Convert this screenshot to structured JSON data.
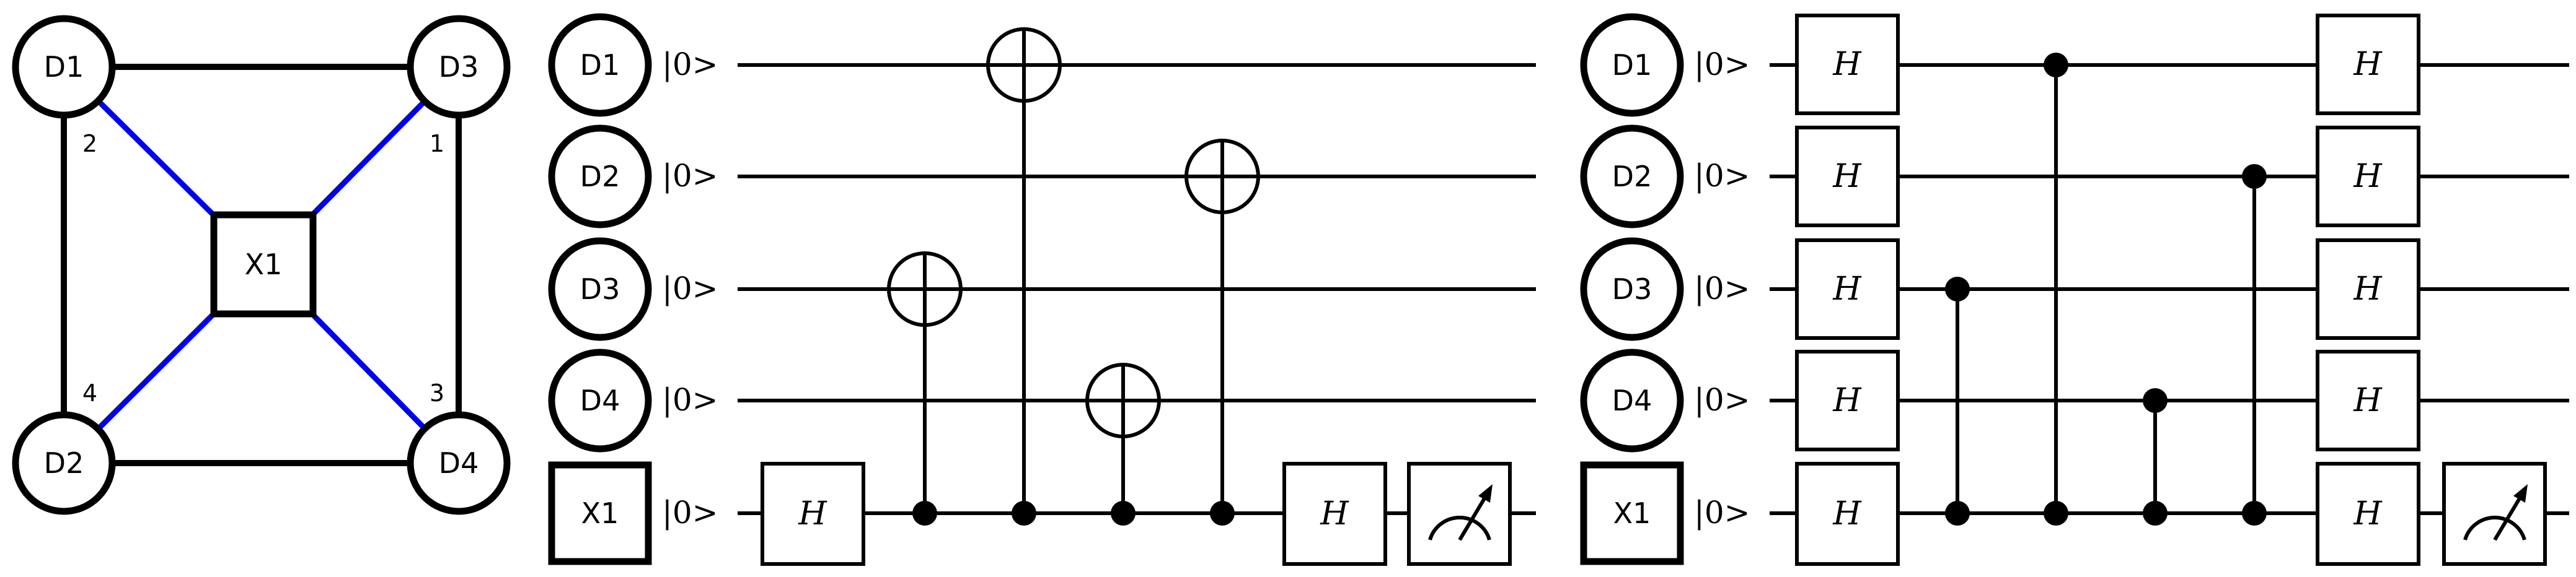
{
  "graph": {
    "nodes": {
      "D1": "D1",
      "D2": "D2",
      "D3": "D3",
      "D4": "D4",
      "X1": "X1"
    },
    "edge_labels": {
      "d1_x1": "2",
      "d3_x1": "1",
      "d4_x1": "3",
      "d2_x1": "4"
    },
    "colors": {
      "boundary_edge": "#000000",
      "check_edge": "#0000ee"
    }
  },
  "circuit_cnot": {
    "qubits": [
      "D1",
      "D2",
      "D3",
      "D4",
      "X1"
    ],
    "initial_state": "|0>",
    "gates": {
      "hadamard": "H"
    },
    "measure_icon": "meter-icon"
  },
  "circuit_cz": {
    "qubits": [
      "D1",
      "D2",
      "D3",
      "D4",
      "X1"
    ],
    "initial_state": "|0>",
    "gates": {
      "hadamard": "H"
    },
    "measure_icon": "meter-icon"
  }
}
